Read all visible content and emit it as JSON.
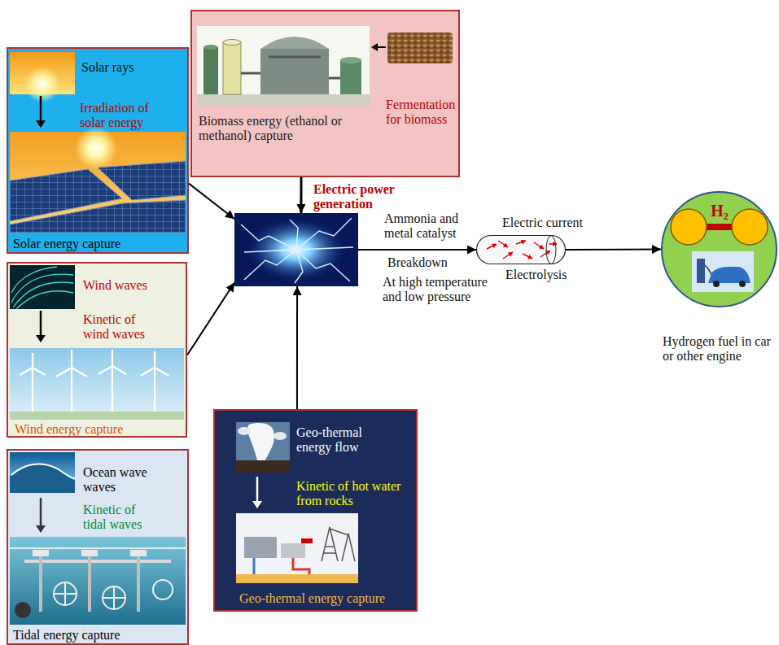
{
  "diagram": {
    "nodes": [
      {
        "text": [
          "Fermentation for biomass",
          "Biomass energy (ethanol or methanol) capture"
        ]
      },
      {
        "text": [
          "Solar rays",
          "Irradiation of solar energy",
          "Solar energy capture"
        ]
      },
      {
        "text": [
          "Electric power generation"
        ]
      },
      {
        "text": [
          "Electric current",
          "Electrolysis"
        ]
      },
      {
        "text": [
          "H₂",
          "Hydrogen fuel in car or other engine"
        ]
      },
      {
        "text": [
          "Wind waves",
          "Kinetic of wind waves",
          "Wind energy capture"
        ]
      },
      {
        "text": [
          "Geo-thermal energy flow",
          "Kinetic of hot water from rocks",
          "Geo-thermal energy capture"
        ]
      },
      {
        "text": [
          "Ocean wave waves",
          "Kinetic of tidal waves",
          "Tidal energy capture"
        ]
      }
    ],
    "edges": [
      {
        "from": 1,
        "to": 2,
        "arrow": "to"
      },
      {
        "from": 0,
        "to": 2,
        "arrow": "to"
      },
      {
        "from": 5,
        "to": 2,
        "arrow": "to"
      },
      {
        "from": 6,
        "to": 2,
        "arrow": "to"
      },
      {
        "from": 2,
        "to": 3,
        "label": "Ammonia and metal catalyst",
        "arrow": "to"
      },
      {
        "from": 3,
        "to": 4,
        "arrow": "to"
      }
    ],
    "labels": [
      "Breakdown",
      "At high temperature and low pressure"
    ]
  }
}
